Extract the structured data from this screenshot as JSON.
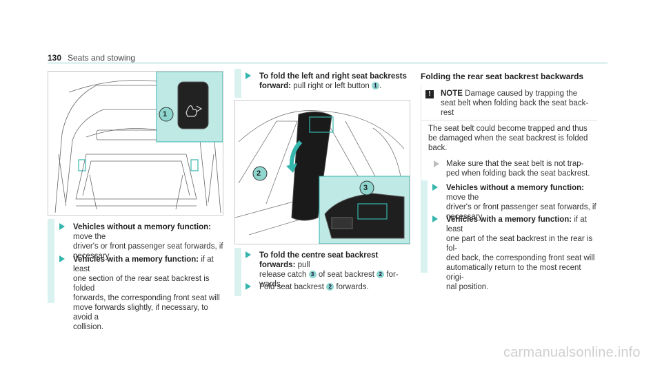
{
  "header": {
    "page_number": "130",
    "section_title": "Seats and stowing"
  },
  "figures": {
    "fig1": {
      "callout_1": "1"
    },
    "fig2": {
      "callout_2": "2",
      "callout_3": "3"
    }
  },
  "col1": {
    "step1": {
      "bold": "Vehicles without a memory function:",
      "lines": [
        "move the",
        "driver's or front passenger seat forwards, if",
        "necessary."
      ]
    },
    "step2": {
      "bold": "Vehicles with a memory function:",
      "lines": [
        "if at least",
        "one section of the rear seat backrest is folded",
        "forwards, the corresponding front seat will",
        "move forwards slightly, if necessary, to avoid a",
        "collision."
      ]
    }
  },
  "col2": {
    "step_top": {
      "bold_line1": "To fold the left and right seat backrests",
      "bold_line2": "forward:",
      "text": "pull right or left button",
      "badge": "1",
      "end": "."
    },
    "step_centre": {
      "bold": "To fold the centre seat backrest forwards:",
      "text_after_bold": "pull",
      "line2_a": "release catch",
      "badge3": "3",
      "line2_b": "of seat backrest",
      "badge2": "2",
      "line2_c": "for-",
      "line3": "wards."
    },
    "step_fold": {
      "text_a": "Fold seat backrest",
      "badge": "2",
      "text_b": "forwards."
    }
  },
  "col3": {
    "title": "Folding the rear seat backrest backwards",
    "note": {
      "icon": "!",
      "label": "NOTE",
      "lines": [
        "Damage caused by trapping the",
        "seat belt when folding back the seat back-",
        "rest"
      ],
      "body": [
        "The seat belt could become trapped and thus",
        "be damaged when the seat backrest is folded",
        "back."
      ],
      "tip": [
        "Make sure that the seat belt is not trap-",
        "ped when folding back the seat backrest."
      ]
    },
    "step1": {
      "bold": "Vehicles without a memory function:",
      "lines": [
        "move the",
        "driver's or front passenger seat forwards, if",
        "necessary."
      ]
    },
    "step2": {
      "bold": "Vehicles with a memory function:",
      "lines": [
        "if at least",
        "one part of the seat backrest in the rear is fol-",
        "ded back, the corresponding front seat will",
        "automatically return to the most recent origi-",
        "nal position."
      ]
    }
  },
  "watermark": "carmanualsonline.info",
  "colors": {
    "accent": "#35b6ad",
    "callout_fill": "#bfe9e5",
    "bar": "#d9f1ef"
  }
}
